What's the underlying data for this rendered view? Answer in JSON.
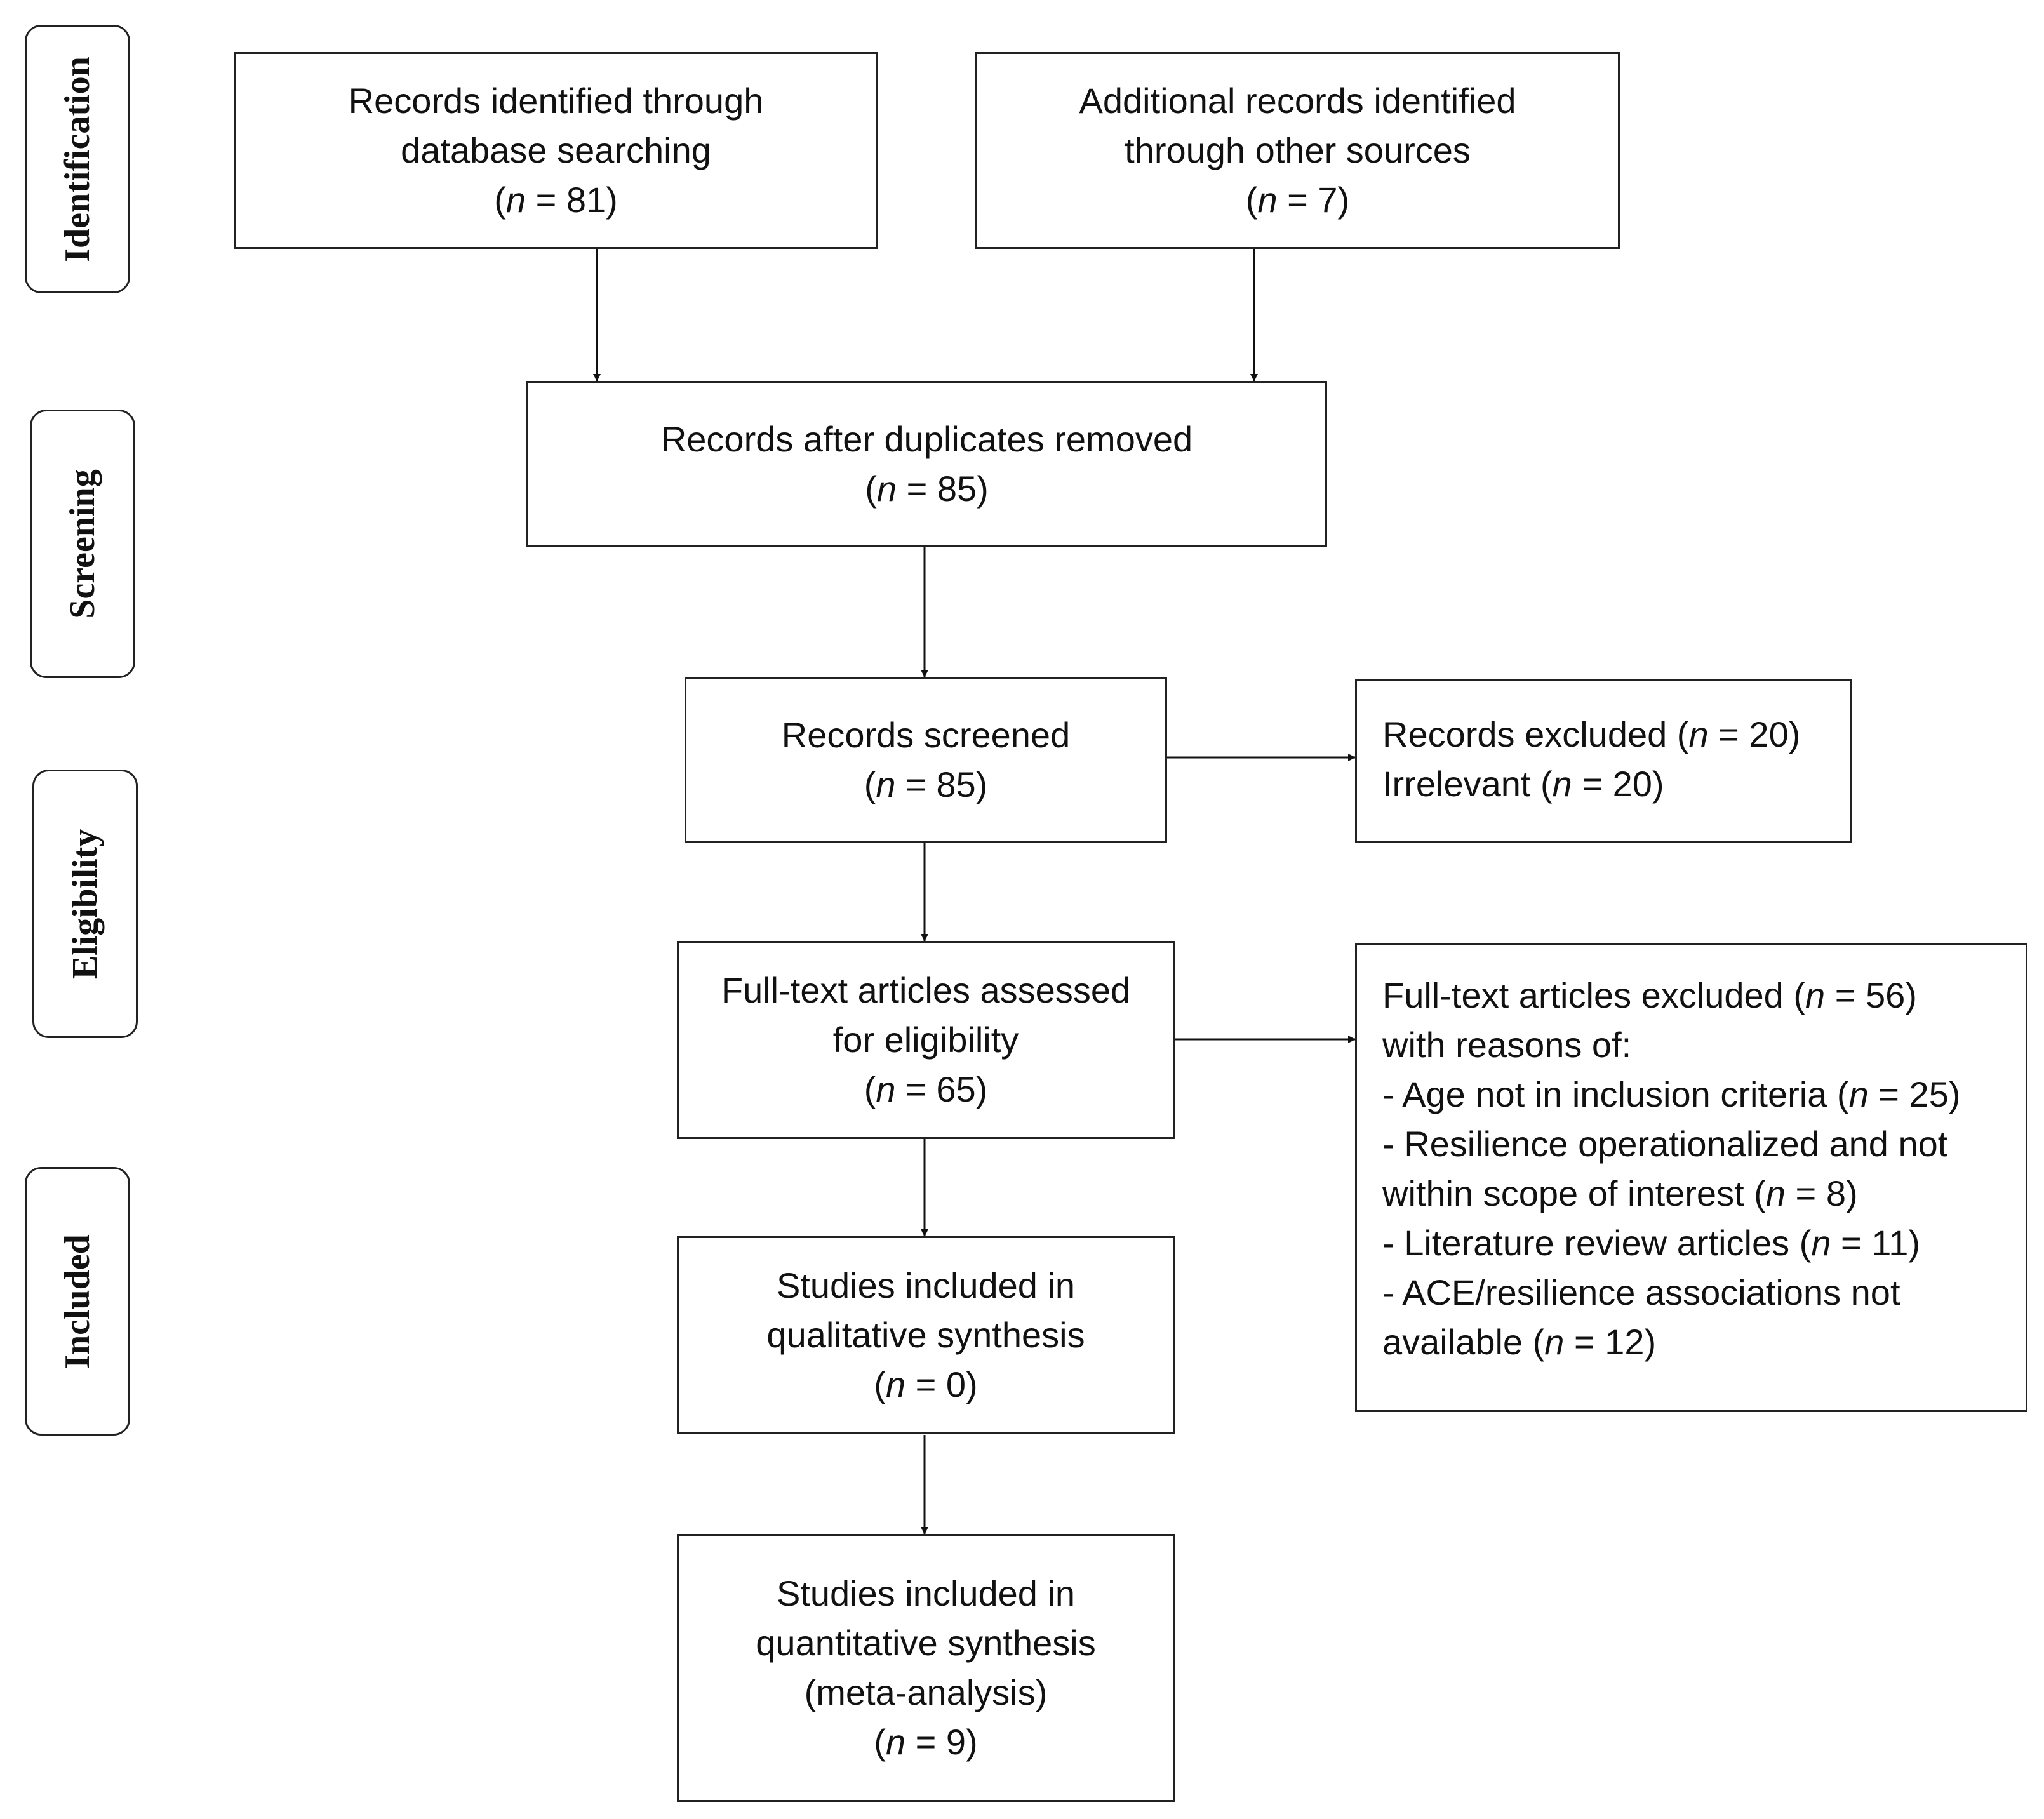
{
  "stages": {
    "identification": "Identification",
    "screening": "Screening",
    "eligibility": "Eligibility",
    "included": "Included"
  },
  "boxes": {
    "db_search": {
      "lines": [
        "Records identified through",
        "database searching"
      ],
      "n_prefix": "(",
      "n_var": "n",
      "n_value": " = 81)"
    },
    "other_sources": {
      "lines": [
        "Additional records identified",
        "through other sources"
      ],
      "n_prefix": "(",
      "n_var": "n",
      "n_value": " = 7)"
    },
    "duplicates_removed": {
      "lines": [
        "Records after duplicates removed"
      ],
      "n_prefix": "(",
      "n_var": "n",
      "n_value": " = 85)"
    },
    "screened": {
      "lines": [
        "Records screened"
      ],
      "n_prefix": "(",
      "n_var": "n",
      "n_value": " = 85)"
    },
    "excluded": {
      "line1_text": "Records excluded (",
      "line1_var": "n",
      "line1_value": " = 20)",
      "line2_text": "Irrelevant (",
      "line2_var": "n",
      "line2_value": " = 20)"
    },
    "fulltext_assessed": {
      "lines": [
        "Full-text articles assessed",
        "for eligibility"
      ],
      "n_prefix": "(",
      "n_var": "n",
      "n_value": " = 65)"
    },
    "fulltext_excluded": {
      "header_text": "Full-text articles excluded (",
      "header_var": "n",
      "header_value": " = 56)",
      "reasons_intro": "with reasons of:",
      "reasons": [
        {
          "pre": "- Age not in inclusion criteria (",
          "var": "n",
          "post": " = 25)"
        },
        {
          "pre": "- Resilience operationalized and not",
          "var": "",
          "post": ""
        },
        {
          "pre": "within scope of interest (",
          "var": "n",
          "post": " = 8)"
        },
        {
          "pre": "- Literature review articles (",
          "var": "n",
          "post": " = 11)"
        },
        {
          "pre": "- ACE/resilience associations not",
          "var": "",
          "post": ""
        },
        {
          "pre": "available (",
          "var": "n",
          "post": " = 12)"
        }
      ]
    },
    "qualitative": {
      "lines": [
        "Studies included in",
        "qualitative synthesis"
      ],
      "n_prefix": "(",
      "n_var": "n",
      "n_value": " = 0)"
    },
    "quantitative": {
      "lines": [
        "Studies included in",
        "quantitative synthesis",
        "(meta-analysis)"
      ],
      "n_prefix": "(",
      "n_var": "n",
      "n_value": " = 9)"
    }
  }
}
